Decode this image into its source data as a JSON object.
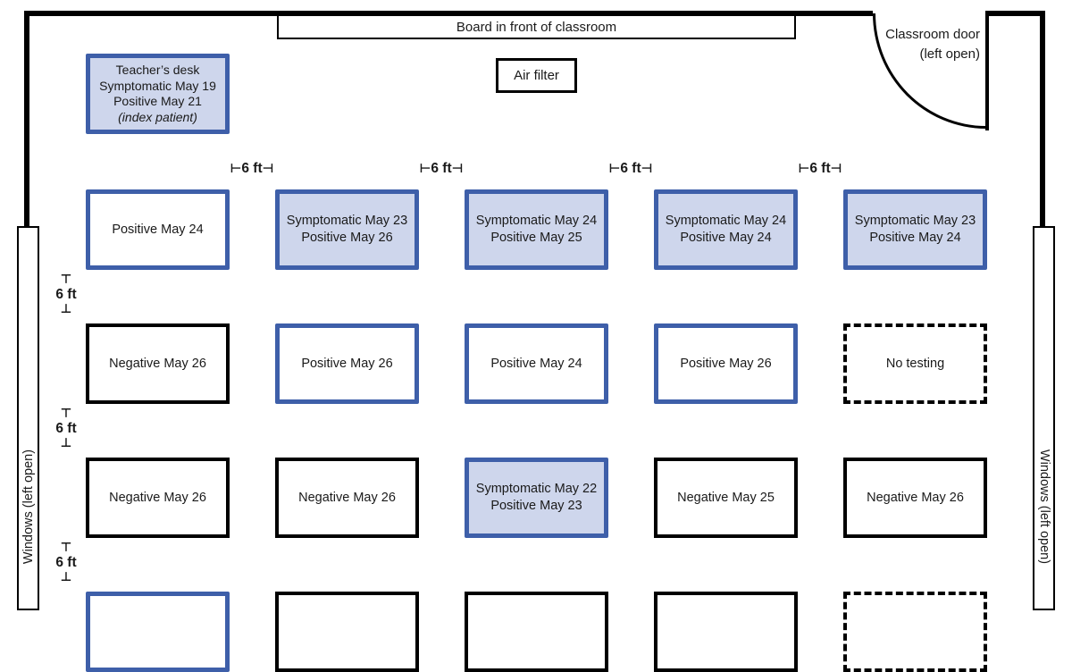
{
  "labels": {
    "board": "Board in front of classroom",
    "air_filter": "Air filter",
    "door_line1": "Classroom door",
    "door_line2": "(left open)",
    "window_left": "Windows (left open)",
    "window_right": "Windows (left open)",
    "distance": "6 ft"
  },
  "icons": {
    "tick_left": "⊢",
    "tick_right": "⊣",
    "tick_top": "⊤",
    "tick_bottom": "⊥"
  },
  "teacher_desk": {
    "line1": "Teacher’s desk",
    "line2": "Symptomatic  May 19",
    "line3": "Positive  May 21",
    "line4_italic": "(index patient)"
  },
  "desks": [
    {
      "row": 1,
      "col": 1,
      "variant": "positive-outline",
      "label": "Positive  May 24"
    },
    {
      "row": 1,
      "col": 2,
      "variant": "case-filled",
      "label": "Symptomatic  May 23\nPositive  May 26"
    },
    {
      "row": 1,
      "col": 3,
      "variant": "case-filled",
      "label": "Symptomatic  May 24\nPositive  May 25"
    },
    {
      "row": 1,
      "col": 4,
      "variant": "case-filled",
      "label": "Symptomatic  May 24\nPositive  May 24"
    },
    {
      "row": 1,
      "col": 5,
      "variant": "case-filled",
      "label": "Symptomatic  May 23\nPositive  May 24"
    },
    {
      "row": 2,
      "col": 1,
      "variant": "negative",
      "label": "Negative  May 26"
    },
    {
      "row": 2,
      "col": 2,
      "variant": "positive-outline",
      "label": "Positive  May 26"
    },
    {
      "row": 2,
      "col": 3,
      "variant": "positive-outline",
      "label": "Positive  May 24"
    },
    {
      "row": 2,
      "col": 4,
      "variant": "positive-outline",
      "label": "Positive  May 26"
    },
    {
      "row": 2,
      "col": 5,
      "variant": "no-testing",
      "label": "No testing"
    },
    {
      "row": 3,
      "col": 1,
      "variant": "negative",
      "label": "Negative  May 26"
    },
    {
      "row": 3,
      "col": 2,
      "variant": "negative",
      "label": "Negative  May 26"
    },
    {
      "row": 3,
      "col": 3,
      "variant": "case-filled",
      "label": "Symptomatic  May 22\nPositive  May 23"
    },
    {
      "row": 3,
      "col": 4,
      "variant": "negative",
      "label": "Negative  May 25"
    },
    {
      "row": 3,
      "col": 5,
      "variant": "negative",
      "label": "Negative  May 26"
    },
    {
      "row": 4,
      "col": 1,
      "variant": "positive-outline",
      "label": ""
    },
    {
      "row": 4,
      "col": 2,
      "variant": "negative",
      "label": ""
    },
    {
      "row": 4,
      "col": 3,
      "variant": "negative",
      "label": ""
    },
    {
      "row": 4,
      "col": 4,
      "variant": "negative",
      "label": ""
    },
    {
      "row": 4,
      "col": 5,
      "variant": "no-testing",
      "label": ""
    }
  ],
  "colors": {
    "case_border": "#3e5fa9",
    "case_fill": "#ced6ec",
    "negative_border": "#000000"
  }
}
